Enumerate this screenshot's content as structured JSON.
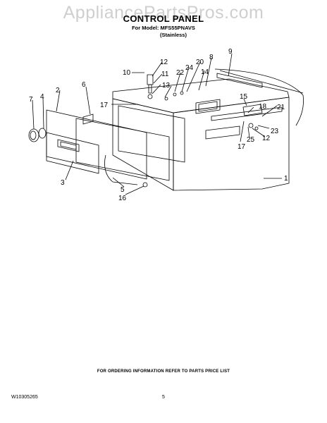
{
  "header": {
    "watermark": "AppliancePartsPros.com",
    "title": "CONTROL PANEL",
    "model_line": "For Model: MFS55PNAVS",
    "variant": "(Stainless)"
  },
  "diagram": {
    "callouts": [
      "1",
      "2",
      "3",
      "4",
      "5",
      "6",
      "7",
      "8",
      "9",
      "10",
      "11",
      "12",
      "12",
      "13",
      "14",
      "15",
      "16",
      "17",
      "17",
      "18",
      "20",
      "21",
      "22",
      "23",
      "24",
      "25"
    ]
  },
  "footer": {
    "ordering_note": "FOR ORDERING INFORMATION REFER TO PARTS PRICE LIST",
    "doc_number": "W10305265",
    "page_number": "5"
  }
}
